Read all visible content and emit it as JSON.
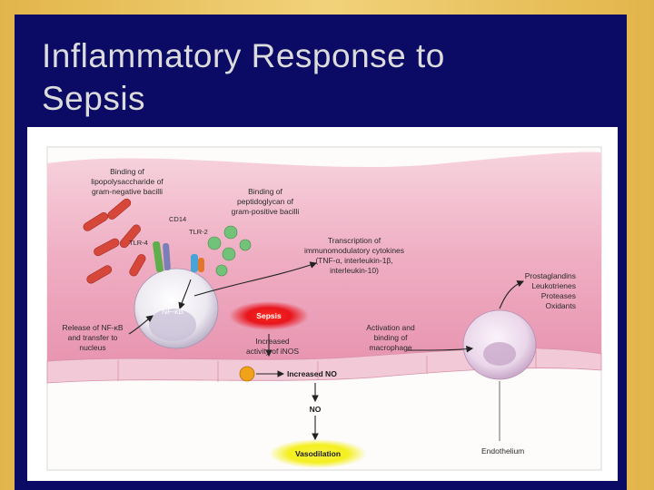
{
  "slide": {
    "title_line1": "Inflammatory Response to",
    "title_line2": "Sepsis"
  },
  "figure": {
    "labels": {
      "lps_1": "Binding of",
      "lps_2": "lipopolysaccharide of",
      "lps_3": "gram-negative bacilli",
      "pg_1": "Binding of",
      "pg_2": "peptidoglycan of",
      "pg_3": "gram-positive bacilli",
      "cd14": "CD14",
      "tlr4": "TLR-4",
      "tlr2": "TLR-2",
      "nfkb": "NF-κB",
      "trans_1": "Transcription of",
      "trans_2": "immunomodulatory cytokines",
      "trans_3": "(TNF-α, interleukin-1β,",
      "trans_4": "interleukin-10)",
      "med_1": "Prostaglandins",
      "med_2": "Leukotrienes",
      "med_3": "Proteases",
      "med_4": "Oxidants",
      "sepsis": "Sepsis",
      "release_1": "Release of NF-κB",
      "release_2": "and transfer to",
      "release_3": "nucleus",
      "inos_1": "Increased",
      "inos_2": "activity of iNOS",
      "act_1": "Activation and",
      "act_2": "binding of",
      "act_3": "macrophage",
      "inc_no": "Increased NO",
      "no": "NO",
      "vaso": "Vasodilation",
      "endo": "Endothelium"
    },
    "colors": {
      "sepsis_glow": "#e8151b",
      "vaso_glow": "#f4ef1d",
      "tissue_pink": "#efb1c5",
      "bacilli_red": "#d6473a",
      "gram_positive_green": "#73c27a",
      "cd14_green": "#5fae4c",
      "tlr2_blue": "#4aa3d6"
    }
  }
}
